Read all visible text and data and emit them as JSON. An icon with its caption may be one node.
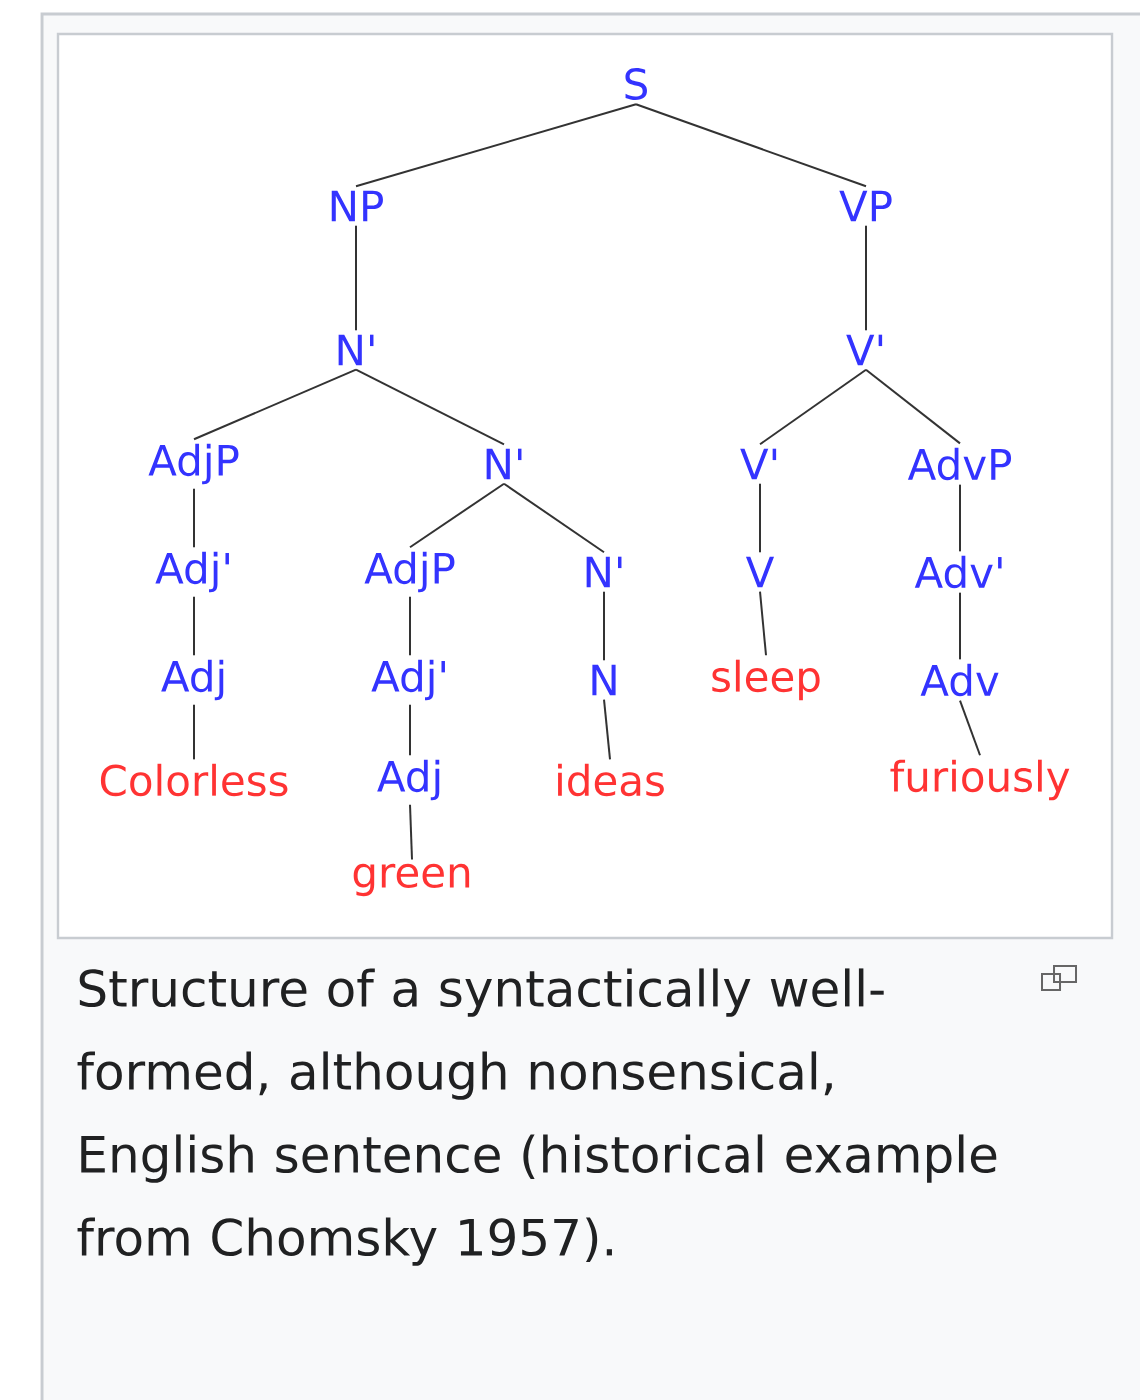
{
  "diagram": {
    "caption": "Structure of a syntactically well-formed, although nonsensical, English sentence (historical example from Chomsky 1957).",
    "nodes": [
      {
        "text": [
          "S"
        ]
      },
      {
        "text": [
          "NP"
        ]
      },
      {
        "text": [
          "VP"
        ]
      },
      {
        "text": [
          "N'"
        ]
      },
      {
        "text": [
          "V'"
        ]
      },
      {
        "text": [
          "AdjP"
        ]
      },
      {
        "text": [
          "N'"
        ]
      },
      {
        "text": [
          "V'"
        ]
      },
      {
        "text": [
          "AdvP"
        ]
      },
      {
        "text": [
          "Adj'"
        ]
      },
      {
        "text": [
          "AdjP"
        ]
      },
      {
        "text": [
          "N'"
        ]
      },
      {
        "text": [
          "V"
        ]
      },
      {
        "text": [
          "Adv'"
        ]
      },
      {
        "text": [
          "Adj"
        ]
      },
      {
        "text": [
          "Adj'"
        ]
      },
      {
        "text": [
          "N"
        ]
      },
      {
        "text": [
          "sleep"
        ]
      },
      {
        "text": [
          "Adv"
        ]
      },
      {
        "text": [
          "Colorless"
        ]
      },
      {
        "text": [
          "Adj"
        ]
      },
      {
        "text": [
          "ideas"
        ]
      },
      {
        "text": [
          "furiously"
        ]
      },
      {
        "text": [
          "green"
        ]
      }
    ],
    "edges": [
      {
        "from": 0,
        "to": 1,
        "arrow": "none"
      },
      {
        "from": 0,
        "to": 2,
        "arrow": "none"
      },
      {
        "from": 1,
        "to": 3,
        "arrow": "none"
      },
      {
        "from": 2,
        "to": 4,
        "arrow": "none"
      },
      {
        "from": 3,
        "to": 5,
        "arrow": "none"
      },
      {
        "from": 3,
        "to": 6,
        "arrow": "none"
      },
      {
        "from": 4,
        "to": 7,
        "arrow": "none"
      },
      {
        "from": 4,
        "to": 8,
        "arrow": "none"
      },
      {
        "from": 5,
        "to": 9,
        "arrow": "none"
      },
      {
        "from": 6,
        "to": 10,
        "arrow": "none"
      },
      {
        "from": 6,
        "to": 11,
        "arrow": "none"
      },
      {
        "from": 7,
        "to": 12,
        "arrow": "none"
      },
      {
        "from": 8,
        "to": 13,
        "arrow": "none"
      },
      {
        "from": 9,
        "to": 14,
        "arrow": "none"
      },
      {
        "from": 10,
        "to": 15,
        "arrow": "none"
      },
      {
        "from": 11,
        "to": 16,
        "arrow": "none"
      },
      {
        "from": 12,
        "to": 17,
        "arrow": "none"
      },
      {
        "from": 13,
        "to": 18,
        "arrow": "none"
      },
      {
        "from": 14,
        "to": 19,
        "arrow": "none"
      },
      {
        "from": 15,
        "to": 20,
        "arrow": "none"
      },
      {
        "from": 16,
        "to": 21,
        "arrow": "none"
      },
      {
        "from": 18,
        "to": 22,
        "arrow": "none"
      },
      {
        "from": 20,
        "to": 23,
        "arrow": "none"
      }
    ]
  }
}
